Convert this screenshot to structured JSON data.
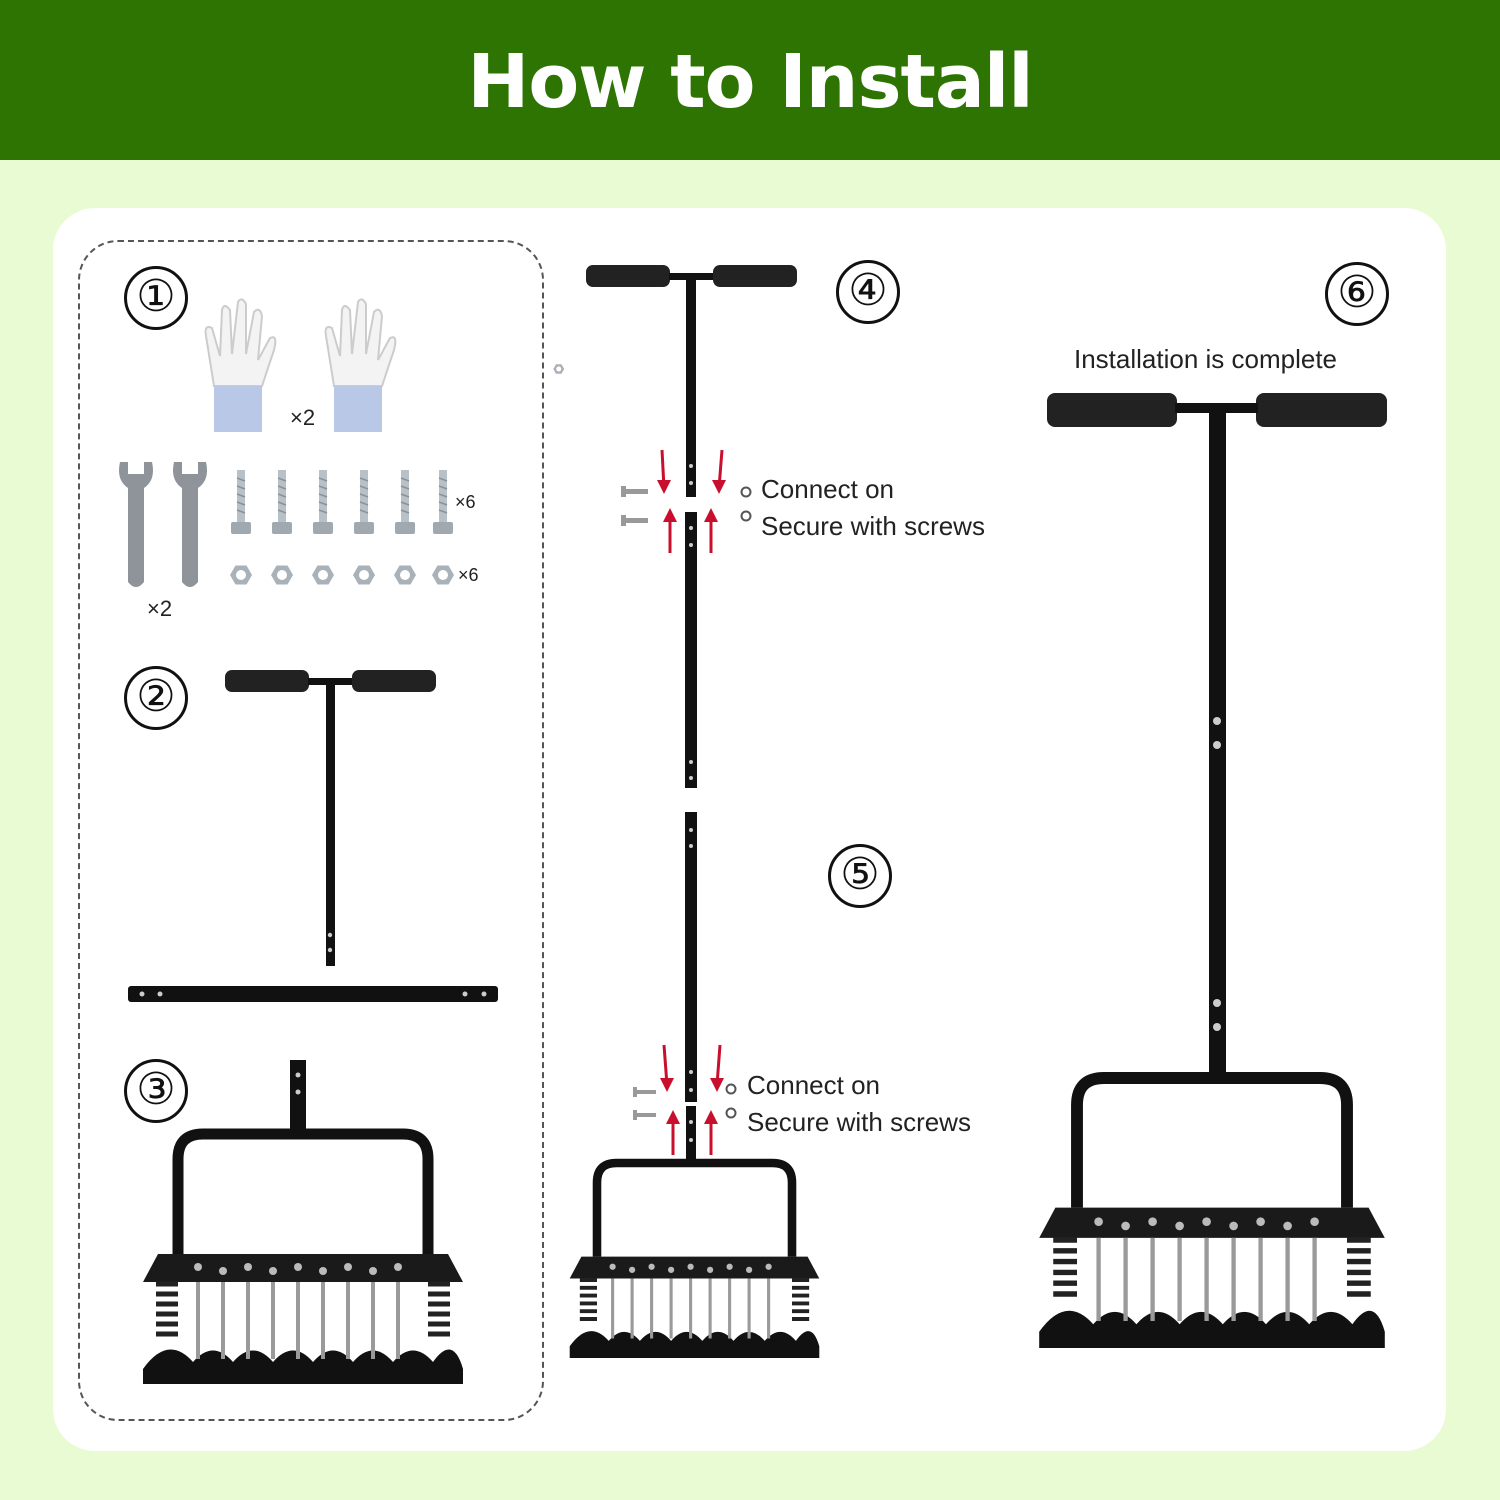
{
  "header": {
    "title": "How to Install"
  },
  "steps": [
    {
      "number": "①"
    },
    {
      "number": "②"
    },
    {
      "number": "③"
    },
    {
      "number": "④"
    },
    {
      "number": "⑤"
    },
    {
      "number": "⑥"
    }
  ],
  "parts": {
    "gloves_qty": "×2",
    "wrench_qty": "×2",
    "bolts_qty": "×6",
    "nuts_qty": "×6"
  },
  "step4": {
    "line1": "Connect on",
    "line2": "Secure with screws"
  },
  "step5": {
    "line1": "Connect on",
    "line2": "Secure with screws"
  },
  "step6": {
    "caption": "Installation is complete"
  },
  "colors": {
    "header_bg": "#2e7403",
    "page_bg": "#e9fbd3",
    "arrow": "#c8102e"
  }
}
